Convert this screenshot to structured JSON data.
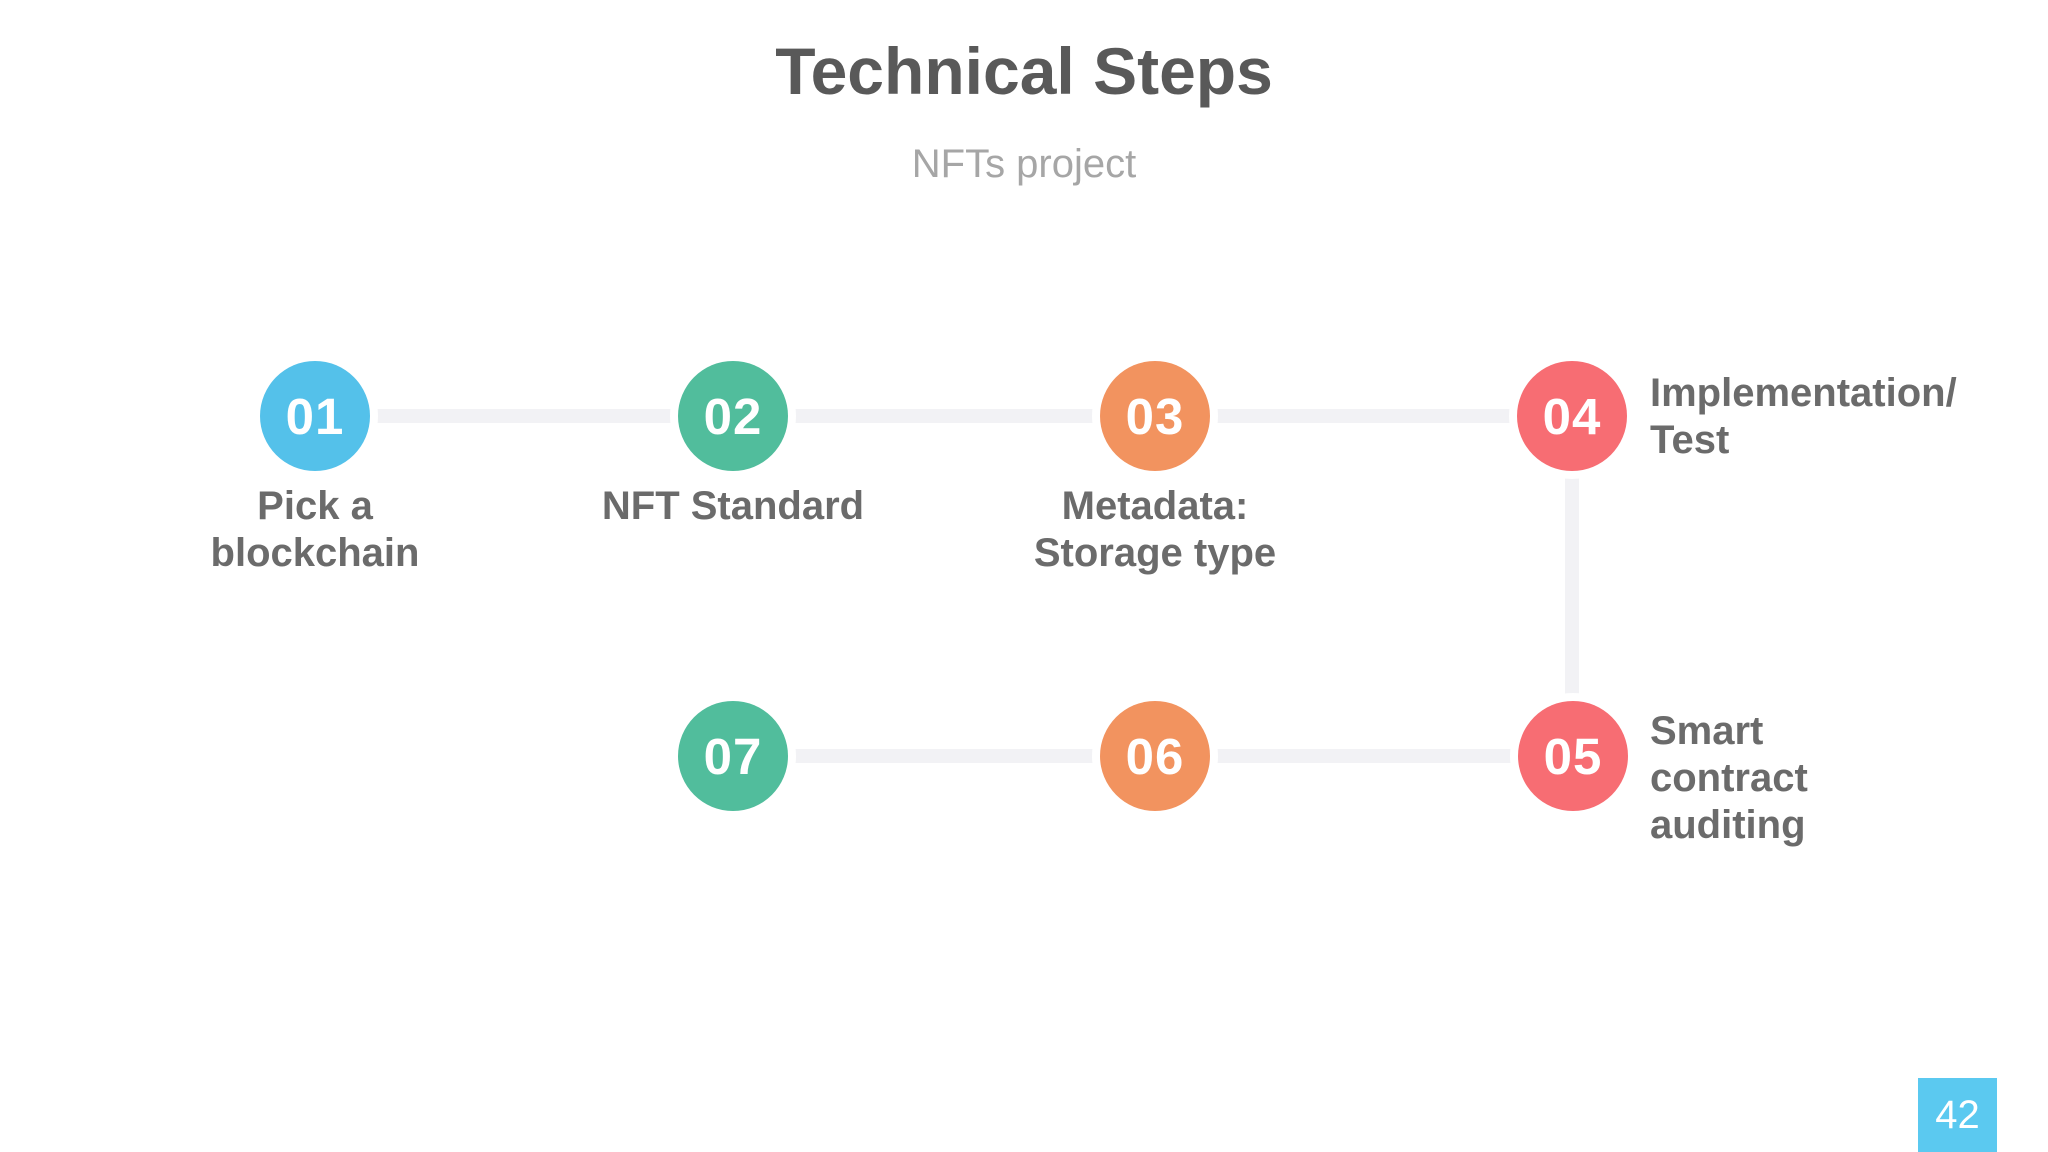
{
  "slide": {
    "title": "Technical Steps",
    "subtitle": "NFTs project",
    "page_number": "42"
  },
  "colors": {
    "step_blue": "#54C1EA",
    "step_green": "#51BD9C",
    "step_orange": "#F2935F",
    "step_red": "#F76D73",
    "connector_gray": "#F2F2F5",
    "badge_blue": "#5BC9F0",
    "title_text": "#595959",
    "subtitle_text": "#A6A6A6",
    "label_text": "#6B6B6B",
    "circle_number_text": "#FFFFFF",
    "badge_text": "#FFFFFF"
  },
  "steps": [
    {
      "number": "01",
      "color_name": "blue",
      "label_lines": [
        "Pick a",
        "blockchain"
      ],
      "label_position": "below"
    },
    {
      "number": "02",
      "color_name": "green",
      "label_lines": [
        "NFT Standard"
      ],
      "label_position": "below"
    },
    {
      "number": "03",
      "color_name": "orange",
      "label_lines": [
        "Metadata:",
        "Storage type"
      ],
      "label_position": "below"
    },
    {
      "number": "04",
      "color_name": "red",
      "label_lines": [
        "Implementation/",
        "Test"
      ],
      "label_position": "right"
    },
    {
      "number": "05",
      "color_name": "red",
      "label_lines": [
        "Smart",
        "contract",
        "auditing"
      ],
      "label_position": "right"
    },
    {
      "number": "06",
      "color_name": "orange",
      "label_lines": [],
      "label_position": "none"
    },
    {
      "number": "07",
      "color_name": "green",
      "label_lines": [],
      "label_position": "none"
    }
  ]
}
